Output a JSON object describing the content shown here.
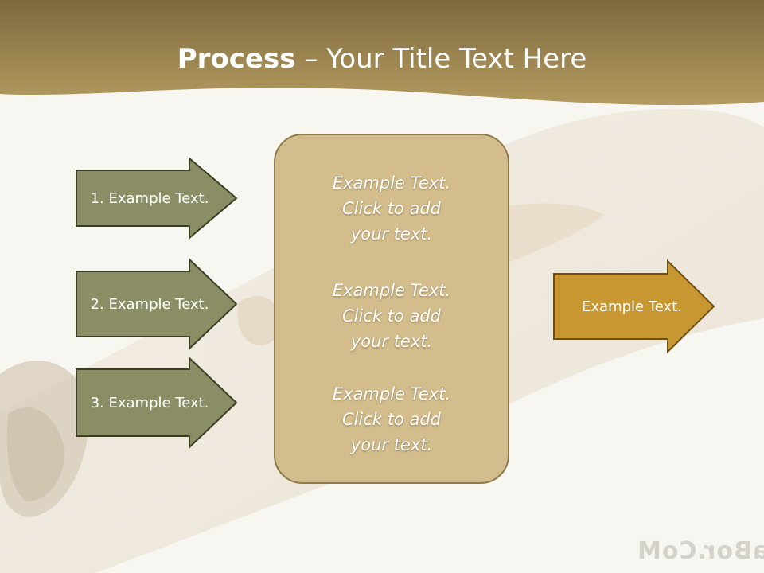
{
  "title": {
    "bold": "Process",
    "rest": " – Your Title Text Here"
  },
  "left_arrows": [
    {
      "label": "1. Example Text."
    },
    {
      "label": "2. Example Text."
    },
    {
      "label": "3. Example Text."
    }
  ],
  "center_box": {
    "blocks": [
      {
        "line1": "Example Text.",
        "line2": "Click  to add",
        "line3": "your text."
      },
      {
        "line1": "Example Text.",
        "line2": "Click  to add",
        "line3": "your text."
      },
      {
        "line1": "Example Text.",
        "line2": "Click  to add",
        "line3": "your text."
      }
    ]
  },
  "output_arrow": {
    "label": "Example Text."
  },
  "colors": {
    "header": "#a98f5a",
    "left_arrow_fill": "#8b8e64",
    "left_arrow_stroke": "#3d3f25",
    "center_fill": "#d3bd8c",
    "output_arrow_fill": "#c99732",
    "output_arrow_stroke": "#6b5014"
  },
  "watermark": "aBor.CoM"
}
